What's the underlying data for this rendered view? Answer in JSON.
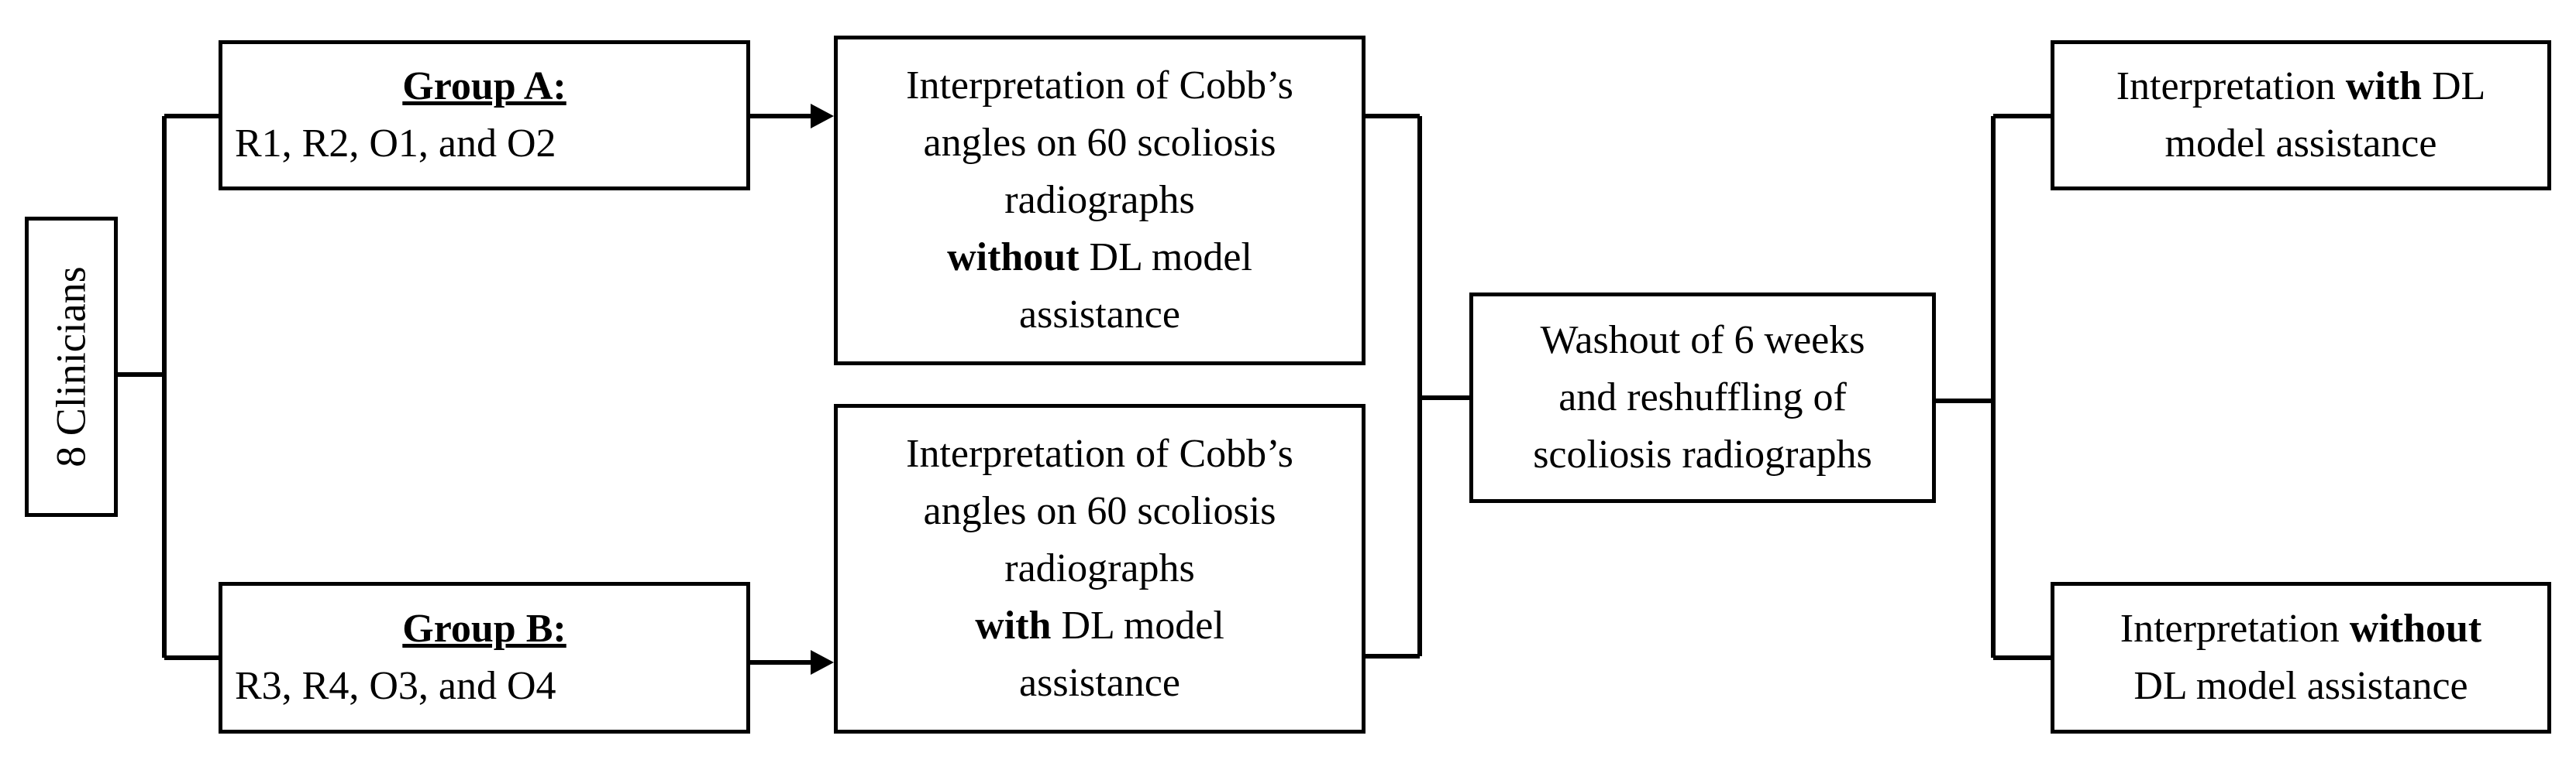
{
  "clinicians": {
    "label": "8 Clinicians"
  },
  "group_a": {
    "title": "Group A:",
    "members": "R1, R2, O1, and O2"
  },
  "group_b": {
    "title": "Group B:",
    "members": "R3, R4, O3, and O4"
  },
  "interp_a": {
    "line1": "Interpretation of Cobb’s",
    "line2": "angles on 60 scoliosis",
    "line3": "radiographs",
    "line4_bold": "without",
    "line4_rest": " DL model",
    "line5": "assistance"
  },
  "interp_b": {
    "line1": "Interpretation of Cobb’s",
    "line2": "angles on 60 scoliosis",
    "line3": "radiographs",
    "line4_bold": "with",
    "line4_rest": " DL model",
    "line5": "assistance"
  },
  "washout": {
    "line1": "Washout of 6 weeks",
    "line2": "and reshuffling of",
    "line3": "scoliosis radiographs"
  },
  "with_assist": {
    "line1_pre": "Interpretation ",
    "line1_bold": "with",
    "line1_post": " DL",
    "line2": "model assistance"
  },
  "without_assist": {
    "line1_pre": "Interpretation ",
    "line1_bold": "without",
    "line2": "DL model assistance"
  },
  "colors": {
    "line": "#000000",
    "background": "#ffffff"
  }
}
